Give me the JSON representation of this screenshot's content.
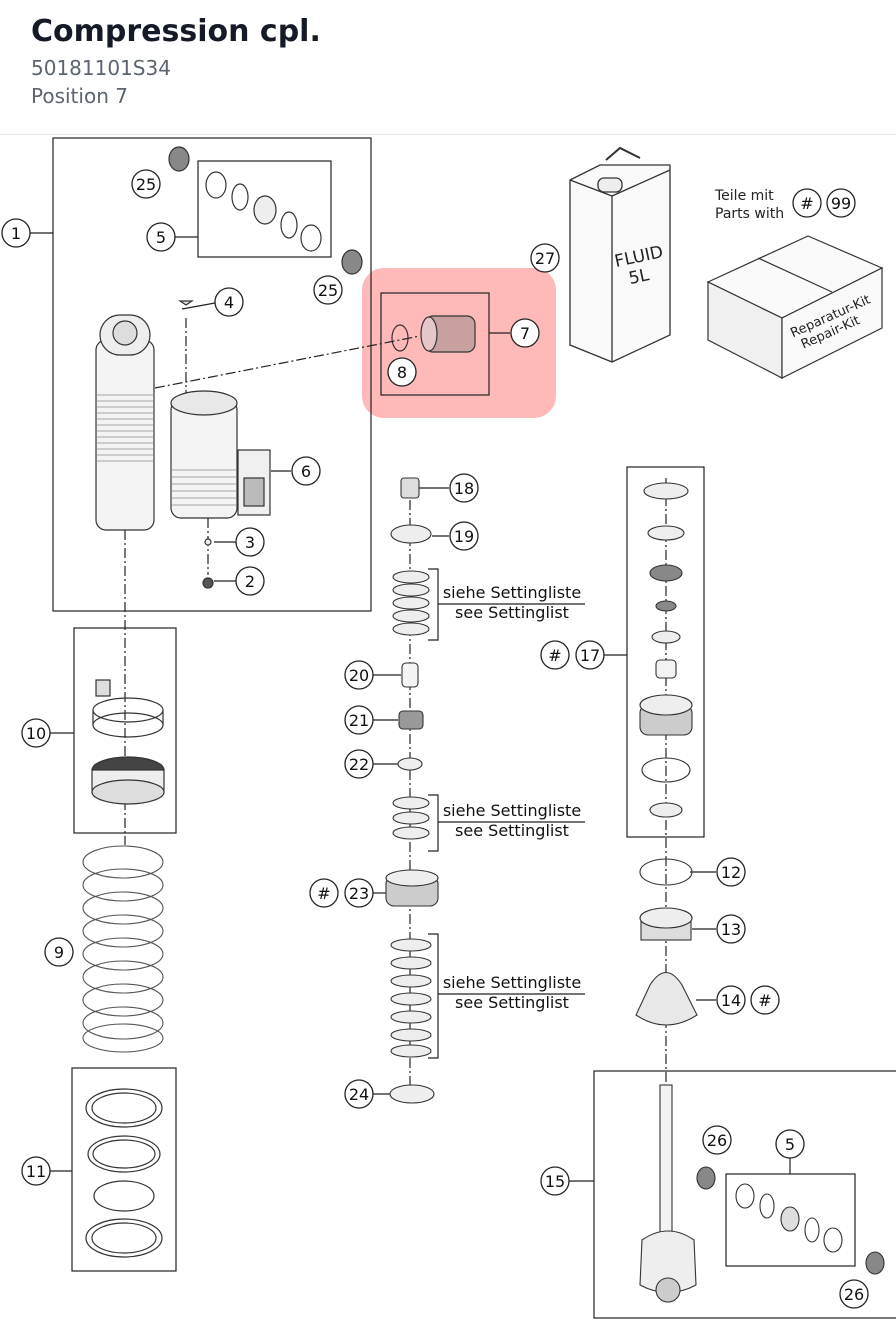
{
  "header": {
    "title": "Compression cpl.",
    "part_number": "50181101S34",
    "position": "Position 7"
  },
  "diagram": {
    "highlight_color": "#ff8080",
    "callouts": {
      "c1": "1",
      "c2": "2",
      "c3": "3",
      "c4": "4",
      "c5a": "5",
      "c5b": "5",
      "c6": "6",
      "c7": "7",
      "c8": "8",
      "c9": "9",
      "c10": "10",
      "c11": "11",
      "c12": "12",
      "c13": "13",
      "c14": "14",
      "c15": "15",
      "c17": "17",
      "c18": "18",
      "c19": "19",
      "c20": "20",
      "c21": "21",
      "c22": "22",
      "c23": "23",
      "c24": "24",
      "c25a": "25",
      "c25b": "25",
      "c26a": "26",
      "c26b": "26",
      "c27": "27",
      "c99": "99",
      "hash_top": "#",
      "hash17": "#",
      "hash23": "#",
      "hash14": "#"
    },
    "setting_de": "siehe Settingliste",
    "setting_en": "see Settinglist",
    "kit_de": "Teile mit",
    "kit_en": "Parts with",
    "fluid_label": "FLUID",
    "fluid_volume": "5L",
    "box_label_1": "Reparatur-Kit",
    "box_label_2": "Repair-Kit"
  }
}
